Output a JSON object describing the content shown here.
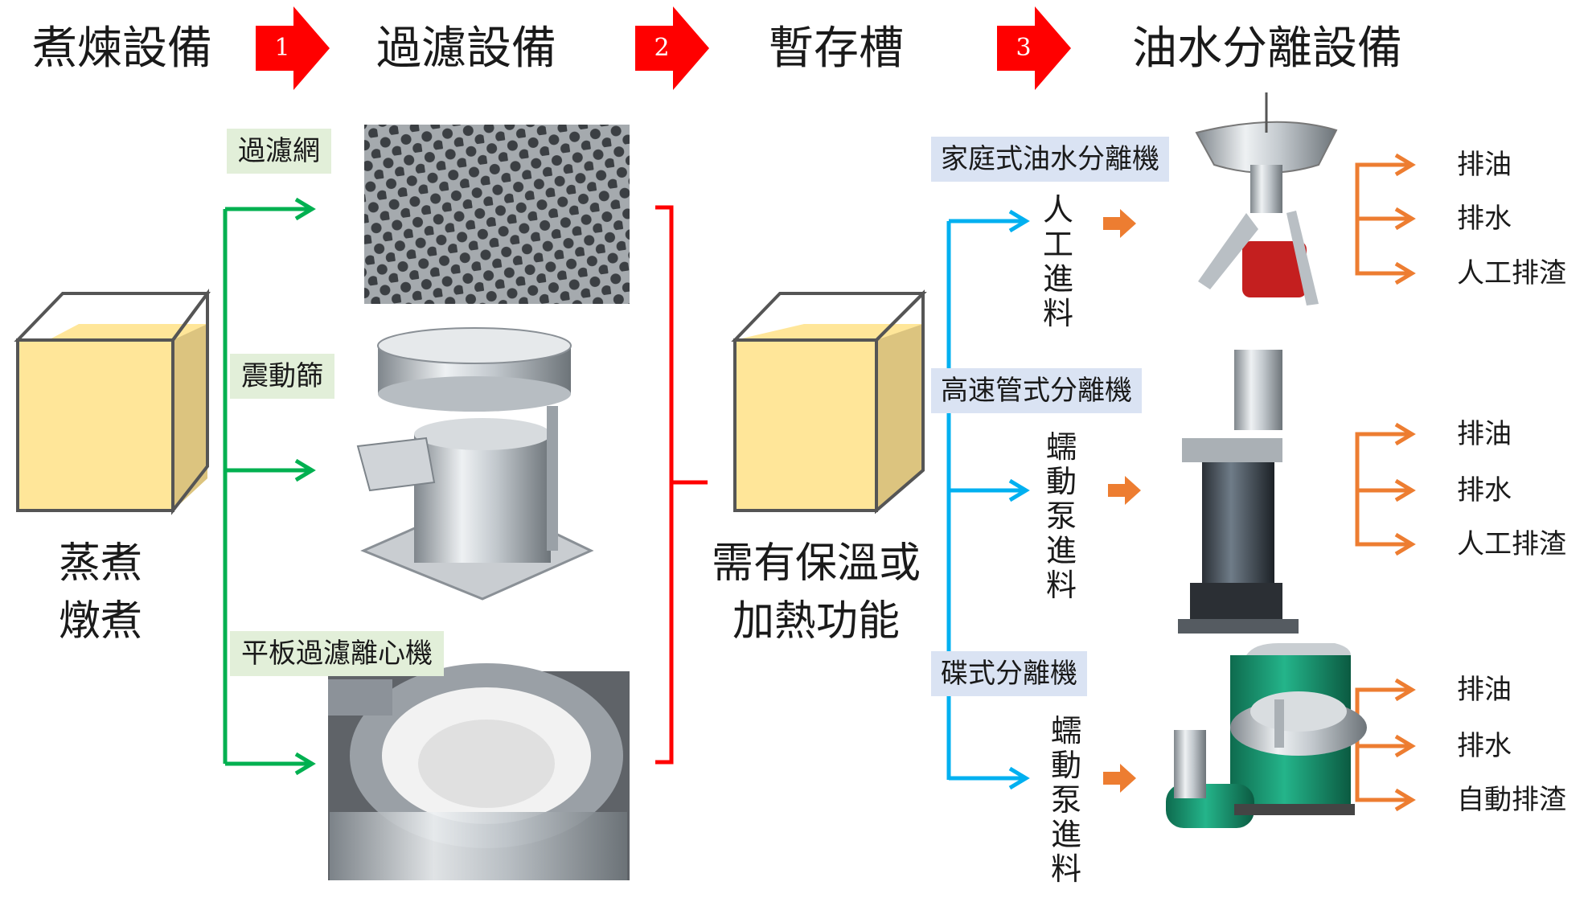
{
  "header": {
    "stages": [
      "煮煉設備",
      "過濾設備",
      "暫存槽",
      "油水分離設備"
    ],
    "steps": [
      "1",
      "2",
      "3"
    ]
  },
  "left": {
    "caption": "蒸煮\n燉煮"
  },
  "filter": {
    "labels": [
      "過濾網",
      "震動篩",
      "平板過濾離心機"
    ]
  },
  "tank": {
    "caption": "需有保溫或\n加熱功能"
  },
  "separators": [
    {
      "name": "家庭式油水分離機",
      "feed": "人工進料",
      "outputs": [
        "排油",
        "排水",
        "人工排渣"
      ]
    },
    {
      "name": "高速管式分離機",
      "feed": "蠕動泵進料",
      "outputs": [
        "排油",
        "排水",
        "人工排渣"
      ]
    },
    {
      "name": "碟式分離機",
      "feed": "蠕動泵進料",
      "outputs": [
        "排油",
        "排水",
        "自動排渣"
      ]
    }
  ],
  "colors": {
    "step_arrow": "#ff0000",
    "green_arrow": "#00b050",
    "blue_arrow": "#00b0f0",
    "orange_arrow": "#ed7d31",
    "bracket": "#ff0000",
    "liquid": "#ffe699",
    "liquid_side": "#dcc47f"
  }
}
